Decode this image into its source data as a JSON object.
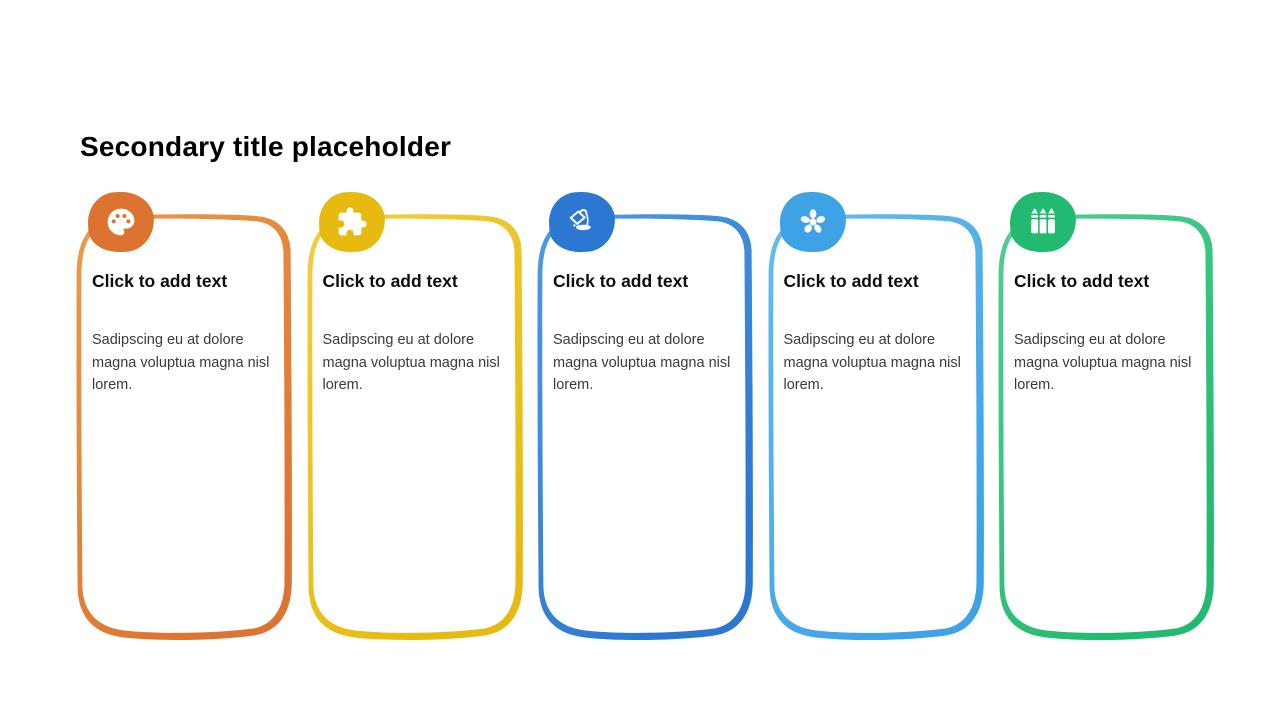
{
  "slide": {
    "title": "Secondary title placeholder",
    "cards": [
      {
        "icon": "palette-icon",
        "accent": "#DD7330",
        "accent_light": "#EB9B49",
        "heading": "Click to add text",
        "body": "Sadipscing eu at dolore magna voluptua magna nisl lorem."
      },
      {
        "icon": "puzzle-icon",
        "accent": "#E6BA10",
        "accent_light": "#F0CF3E",
        "heading": "Click to add text",
        "body": "Sadipscing eu at dolore magna voluptua magna nisl lorem."
      },
      {
        "icon": "paint-bucket-icon",
        "accent": "#2B77D2",
        "accent_light": "#4E9BE0",
        "heading": "Click to add text",
        "body": "Sadipscing eu at dolore magna voluptua magna nisl lorem."
      },
      {
        "icon": "paint-splat-icon",
        "accent": "#3DA3E6",
        "accent_light": "#69BCEE",
        "heading": "Click to add text",
        "body": "Sadipscing eu at dolore magna voluptua magna nisl lorem."
      },
      {
        "icon": "crayons-icon",
        "accent": "#21BA70",
        "accent_light": "#4FCF93",
        "heading": "Click to add text",
        "body": "Sadipscing eu at dolore magna voluptua magna nisl lorem."
      }
    ]
  }
}
